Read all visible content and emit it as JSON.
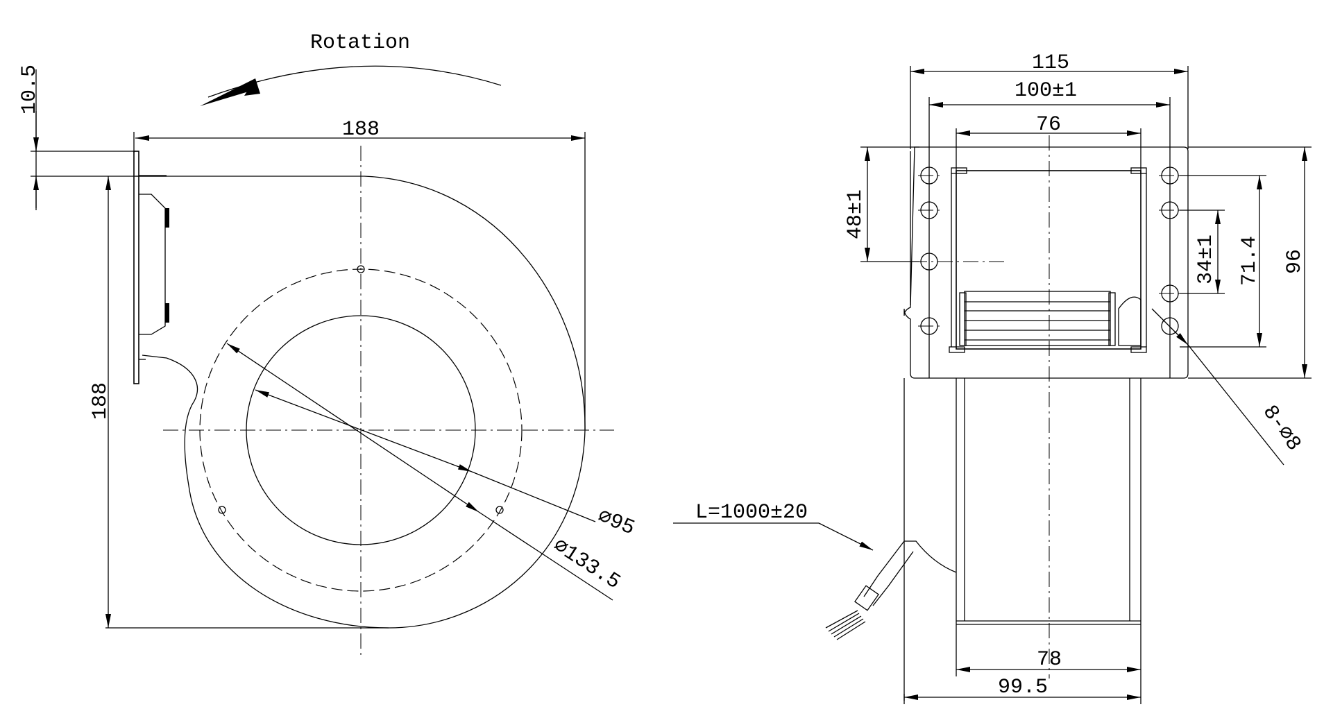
{
  "labels": {
    "rotation": "Rotation",
    "flange_thickness": "10.5",
    "width_top": "188",
    "height_left": "188",
    "dia_inlet": "⌀95",
    "dia_circle": "⌀133.5",
    "cable_length": "L=1000±20",
    "width_115": "115",
    "width_100": "100±1",
    "width_76": "76",
    "height_48": "48±1",
    "height_34": "34±1",
    "height_71": "71.4",
    "height_96": "96",
    "holes": "8-⌀8",
    "width_78": "78",
    "width_99": "99.5"
  }
}
